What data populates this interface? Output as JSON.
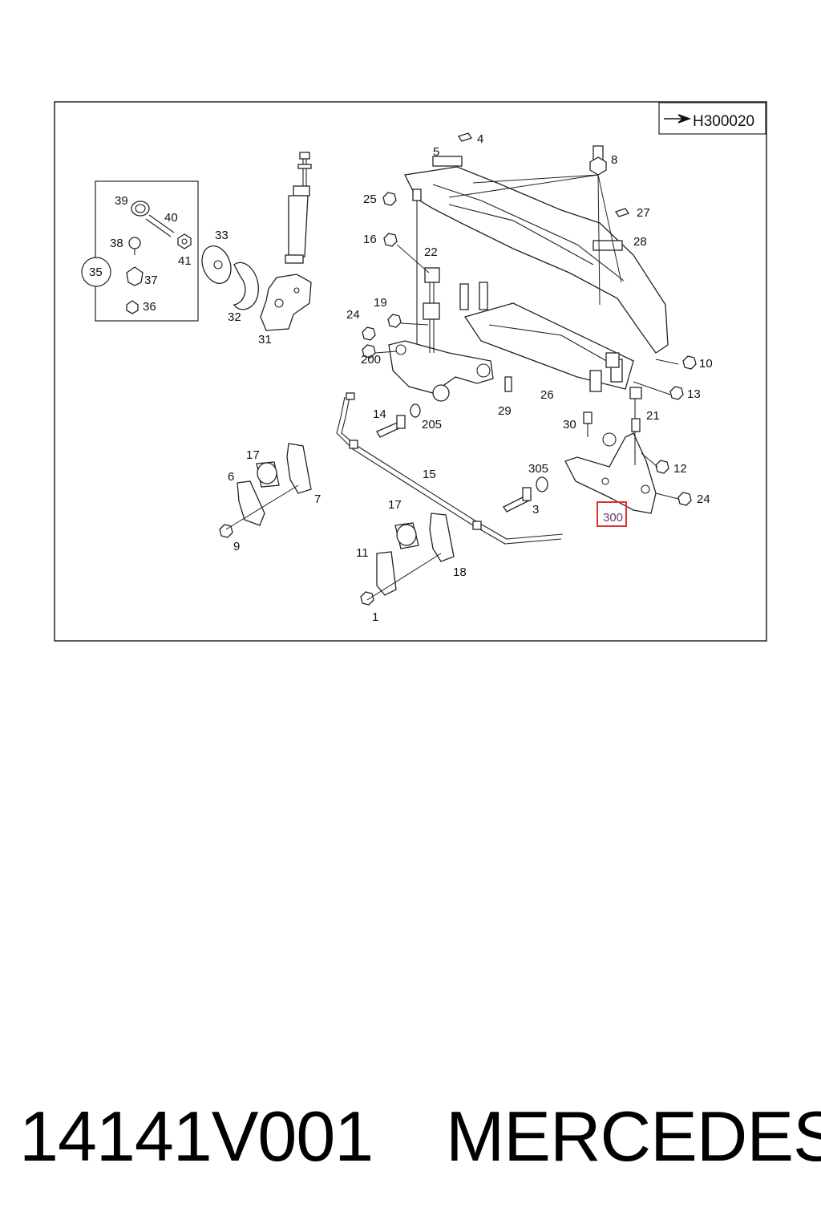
{
  "diagram": {
    "reference": "H300020",
    "highlighted_part": "300",
    "labels": {
      "p1": "1",
      "p3": "3",
      "p4": "4",
      "p5": "5",
      "p6": "6",
      "p7": "7",
      "p8": "8",
      "p9": "9",
      "p10": "10",
      "p11": "11",
      "p12": "12",
      "p13": "13",
      "p14": "14",
      "p15": "15",
      "p16": "16",
      "p17a": "17",
      "p17b": "17",
      "p18": "18",
      "p19": "19",
      "p21": "21",
      "p22": "22",
      "p24a": "24",
      "p24b": "24",
      "p25": "25",
      "p26": "26",
      "p27": "27",
      "p28": "28",
      "p29": "29",
      "p30": "30",
      "p31": "31",
      "p32": "32",
      "p33": "33",
      "p35": "35",
      "p36": "36",
      "p37": "37",
      "p38": "38",
      "p39": "39",
      "p40": "40",
      "p41": "41",
      "p200": "200",
      "p205": "205",
      "p305": "305"
    }
  },
  "caption": {
    "code": "14141V001",
    "brand": "MERCEDES"
  },
  "colors": {
    "highlight_box": "#e0302e",
    "highlight_text": "#6b3a6b"
  }
}
